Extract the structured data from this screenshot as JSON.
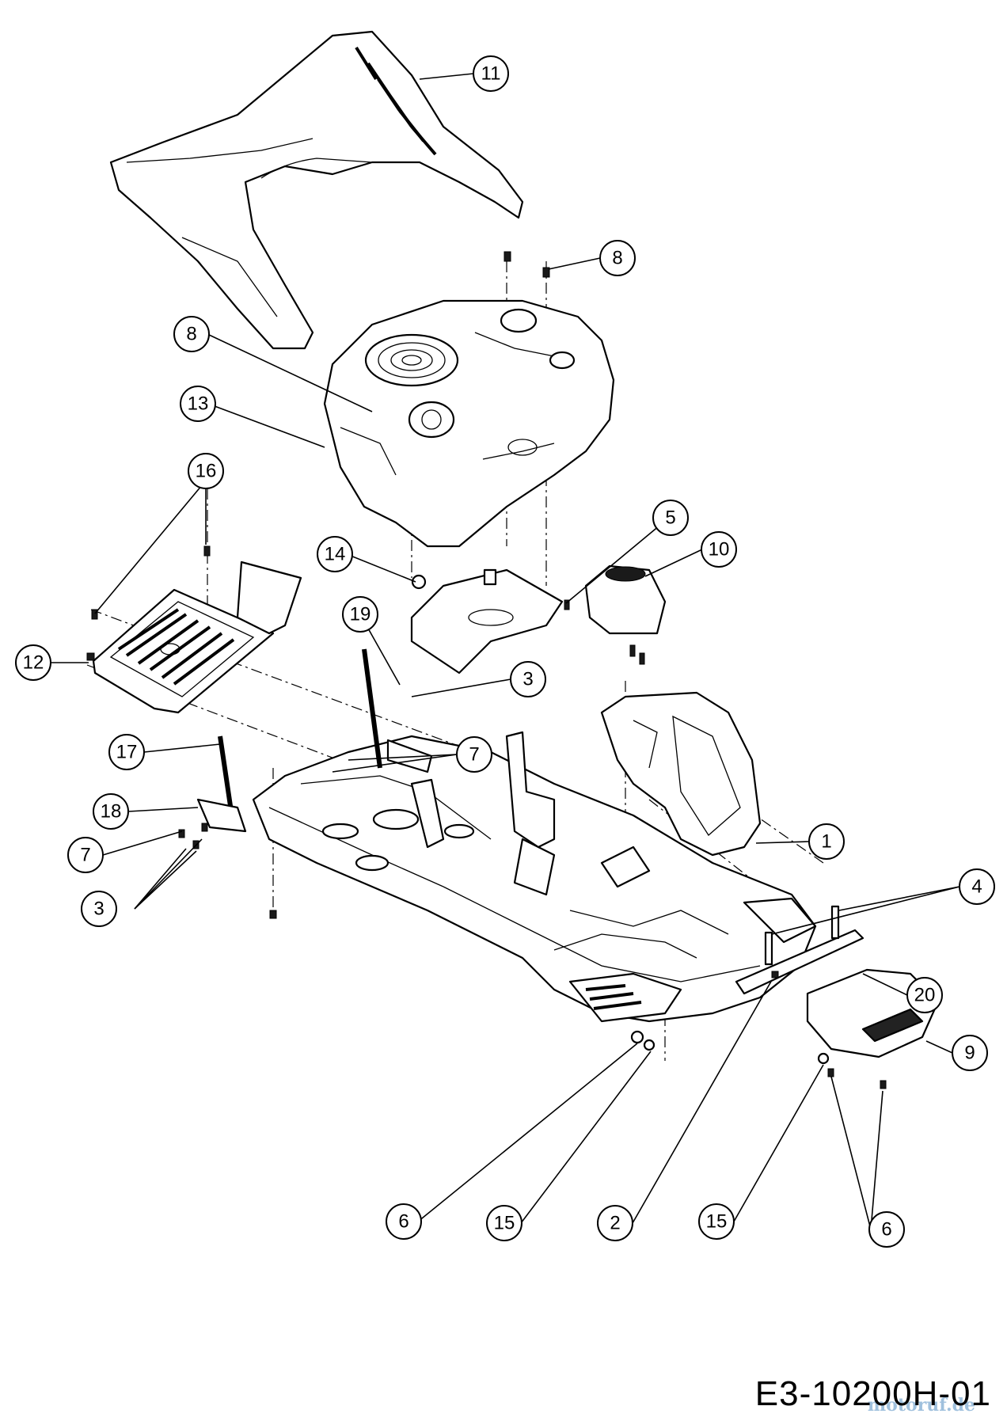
{
  "diagram": {
    "drawing_code": "E3-10200H-01",
    "watermark": "motoruf.de",
    "callouts": [
      {
        "id": "c11",
        "label": "11"
      },
      {
        "id": "c8a",
        "label": "8"
      },
      {
        "id": "c8b",
        "label": "8"
      },
      {
        "id": "c13",
        "label": "13"
      },
      {
        "id": "c16",
        "label": "16"
      },
      {
        "id": "c14",
        "label": "14"
      },
      {
        "id": "c5",
        "label": "5"
      },
      {
        "id": "c10",
        "label": "10"
      },
      {
        "id": "c19",
        "label": "19"
      },
      {
        "id": "c12",
        "label": "12"
      },
      {
        "id": "c3a",
        "label": "3"
      },
      {
        "id": "c17",
        "label": "17"
      },
      {
        "id": "c7a",
        "label": "7"
      },
      {
        "id": "c18",
        "label": "18"
      },
      {
        "id": "c7b",
        "label": "7"
      },
      {
        "id": "c1",
        "label": "1"
      },
      {
        "id": "c3b",
        "label": "3"
      },
      {
        "id": "c4",
        "label": "4"
      },
      {
        "id": "c20",
        "label": "20"
      },
      {
        "id": "c9",
        "label": "9"
      },
      {
        "id": "c6a",
        "label": "6"
      },
      {
        "id": "c15a",
        "label": "15"
      },
      {
        "id": "c2",
        "label": "2"
      },
      {
        "id": "c15b",
        "label": "15"
      },
      {
        "id": "c6b",
        "label": "6"
      }
    ]
  }
}
